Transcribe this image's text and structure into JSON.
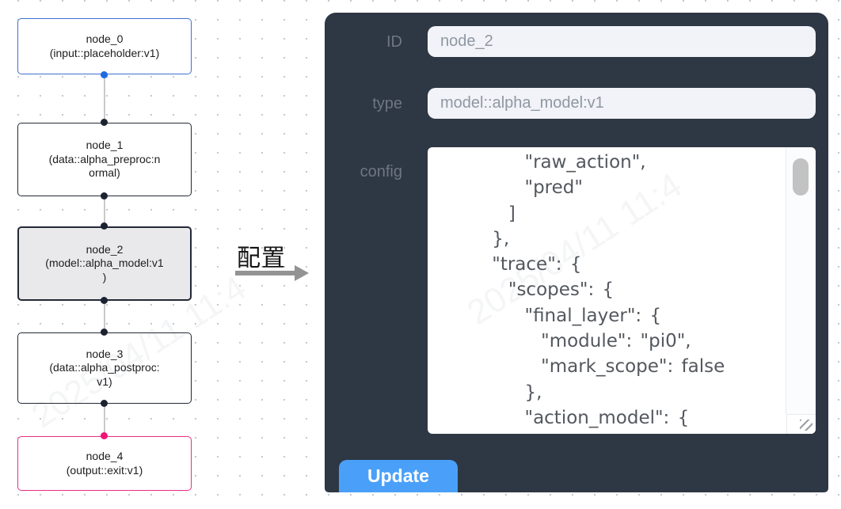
{
  "graph": {
    "nodes": [
      {
        "id": "node_0",
        "lines": [
          "node_0",
          "(input::placeholder:v1)"
        ],
        "border_color": "#3f6fd1",
        "port_color": "#1e6ae3",
        "selected": false
      },
      {
        "id": "node_1",
        "lines": [
          "node_1",
          "(data::alpha_preproc:n",
          "ormal)"
        ],
        "border_color": "#232936",
        "port_color": "#1b2330",
        "selected": false
      },
      {
        "id": "node_2",
        "lines": [
          "node_2",
          "(model::alpha_model:v1",
          ")"
        ],
        "border_color": "#232936",
        "port_color": "#1b2330",
        "selected": true
      },
      {
        "id": "node_3",
        "lines": [
          "node_3",
          "(data::alpha_postproc:",
          "v1)"
        ],
        "border_color": "#232936",
        "port_color": "#1b2330",
        "selected": false
      },
      {
        "id": "node_4",
        "lines": [
          "node_4",
          "(output::exit:v1)"
        ],
        "border_color": "#e72e84",
        "port_color": "#ef1677",
        "selected": false
      }
    ]
  },
  "transition": {
    "label": "配置"
  },
  "panel": {
    "background": "#2e3744",
    "accent": "#4aa0f8",
    "fields": [
      {
        "label": "ID",
        "value": "node_2"
      },
      {
        "label": "type",
        "value": "model::alpha_model:v1"
      }
    ],
    "config": {
      "label": "config",
      "lines": [
        "        \"raw_action\",",
        "        \"pred\"",
        "      ]",
        "    },",
        "    \"trace\": {",
        "      \"scopes\": {",
        "        \"final_layer\": {",
        "          \"module\": \"pi0\",",
        "          \"mark_scope\": false",
        "        },",
        "        \"action_model\": {"
      ]
    },
    "update_label": "Update"
  },
  "watermark": {
    "text": "2025/04/11 11:4"
  }
}
